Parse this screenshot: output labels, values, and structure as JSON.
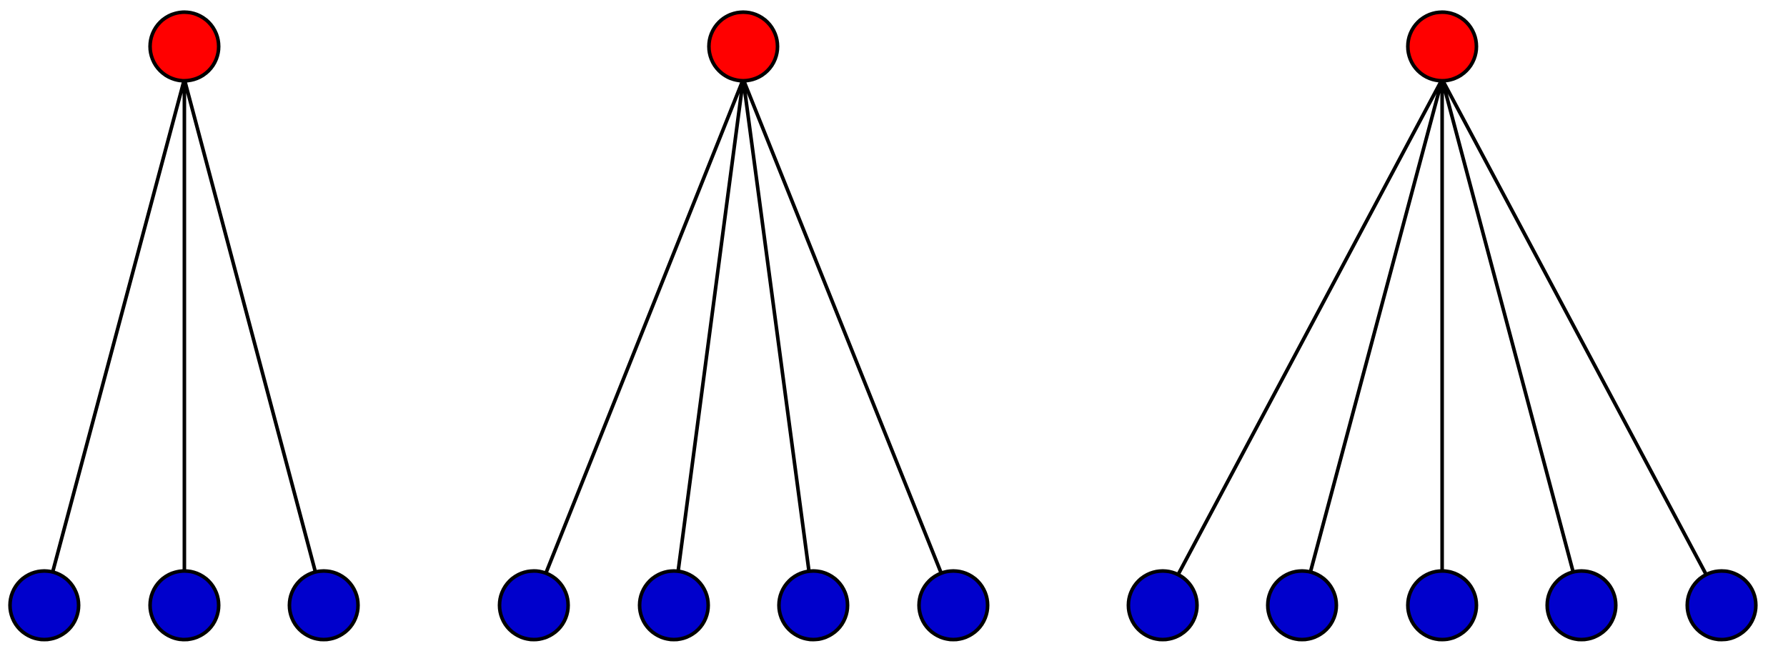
{
  "colors": {
    "root": "#ff0000",
    "leaf": "#0000cc",
    "edge": "#000000",
    "outline": "#000000",
    "background": "#ffffff"
  },
  "trees": [
    {
      "root": "root",
      "leaves": 3
    },
    {
      "root": "root",
      "leaves": 4
    },
    {
      "root": "root",
      "leaves": 5
    }
  ]
}
